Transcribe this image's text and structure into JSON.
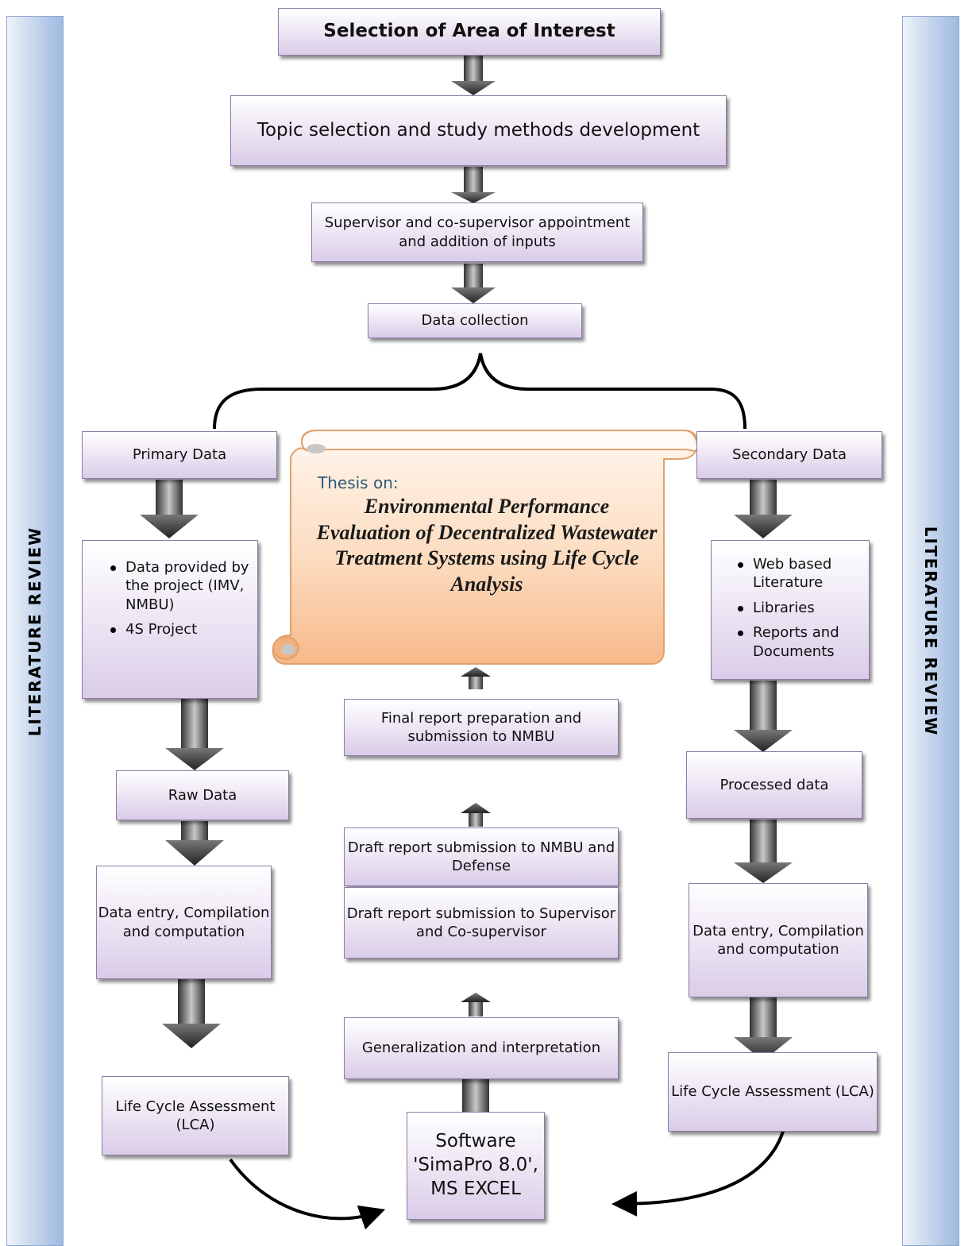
{
  "side_labels": {
    "left": "LITERATURE REVIEW",
    "right": "LITERATURE REVIEW"
  },
  "steps": {
    "area_of_interest": "Selection of Area of Interest",
    "topic_selection": "Topic selection and study methods development",
    "supervisor": "Supervisor and co-supervisor appointment and addition of inputs",
    "data_collection": "Data collection"
  },
  "primary": {
    "title": "Primary Data",
    "sources": [
      "Data provided by the project (IMV, NMBU)",
      "4S Project"
    ],
    "raw": "Raw Data",
    "entry": "Data entry, Compilation and computation",
    "lca": "Life Cycle Assessment (LCA)"
  },
  "secondary": {
    "title": "Secondary Data",
    "sources": [
      "Web based Literature",
      "Libraries",
      "Reports and Documents"
    ],
    "processed": "Processed data",
    "entry": "Data entry, Compilation and computation",
    "lca": "Life Cycle Assessment (LCA)"
  },
  "middle": {
    "software": "Software 'SimaPro 8.0', MS EXCEL",
    "generalization": "Generalization and interpretation",
    "draft_supervisor": "Draft report submission to Supervisor and Co-supervisor",
    "draft_defense": "Draft report submission to NMBU and Defense",
    "final": "Final report preparation and submission to NMBU"
  },
  "thesis": {
    "label": "Thesis on:",
    "title": "Environmental Performance Evaluation of Decentralized Wastewater Treatment Systems using Life Cycle Analysis"
  },
  "colors": {
    "box_fill": "#e2d8ee",
    "box_border": "#8c7ca8",
    "side_bar": "#a9c1e4",
    "scroll_fill": "#fbd3b2",
    "arrow": "#555555"
  }
}
